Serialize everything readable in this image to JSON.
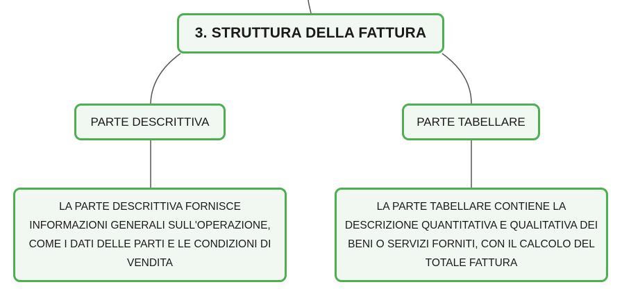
{
  "colors": {
    "node_border": "#4caf50",
    "node_fill": "#f1f8f1",
    "connector": "#555555"
  },
  "diagram": {
    "root": {
      "label": "3. STRUTTURA DELLA FATTURA"
    },
    "branches": [
      {
        "label": "PARTE DESCRITTIVA",
        "detail": "LA PARTE DESCRITTIVA FORNISCE INFORMAZIONI GENERALI SULL'OPERAZIONE, COME I DATI DELLE PARTI E LE CONDIZIONI DI VENDITA"
      },
      {
        "label": "PARTE TABELLARE",
        "detail": "LA PARTE TABELLARE CONTIENE LA DESCRIZIONE QUANTITATIVA E QUALITATIVA DEI BENI O SERVIZI FORNITI, CON IL CALCOLO DEL TOTALE FATTURA"
      }
    ]
  }
}
